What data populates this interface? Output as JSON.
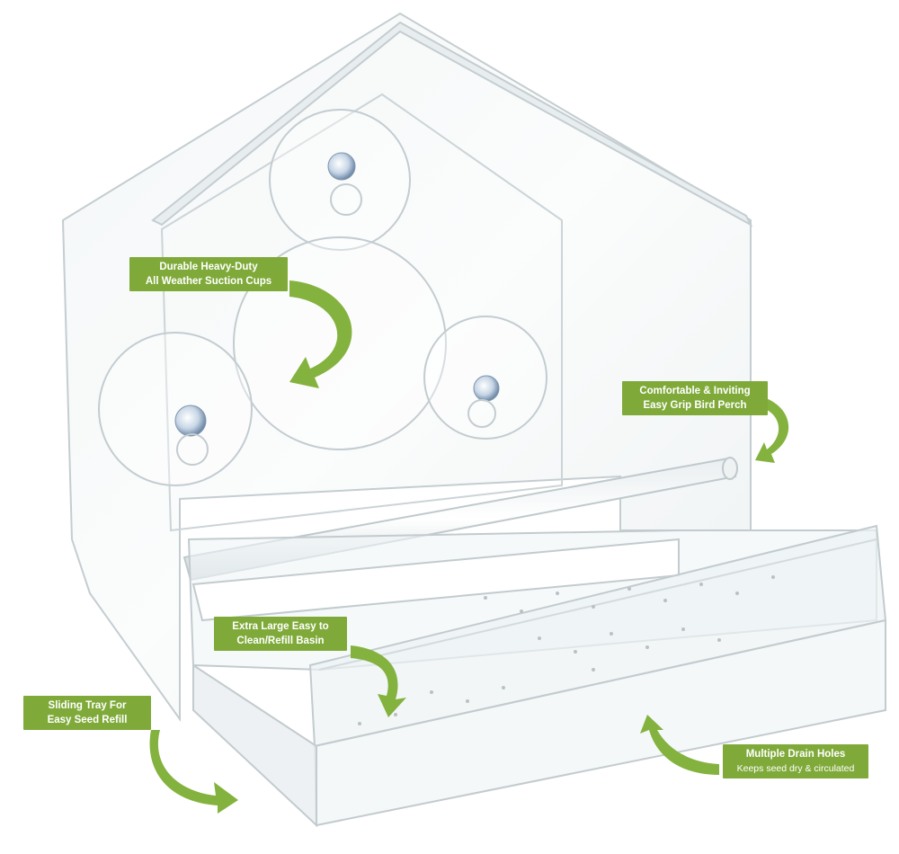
{
  "colors": {
    "accent_green": "#7faa3a",
    "arrow_green": "#84b23e",
    "acrylic_edge": "#c9d3d6"
  },
  "callouts": {
    "suction_cups": {
      "line1": "Durable Heavy-Duty",
      "line2": "All Weather Suction Cups"
    },
    "perch": {
      "line1": "Comfortable & Inviting",
      "line2": "Easy Grip Bird Perch"
    },
    "basin": {
      "line1": "Extra Large Easy to",
      "line2": "Clean/Refill Basin"
    },
    "sliding_tray": {
      "line1": "Sliding Tray For",
      "line2": "Easy Seed Refill"
    },
    "drain_holes": {
      "line1": "Multiple Drain Holes",
      "line2": "Keeps seed dry & circulated"
    }
  },
  "icons": [
    "curved-arrow-icon",
    "suction-cup-icon"
  ]
}
